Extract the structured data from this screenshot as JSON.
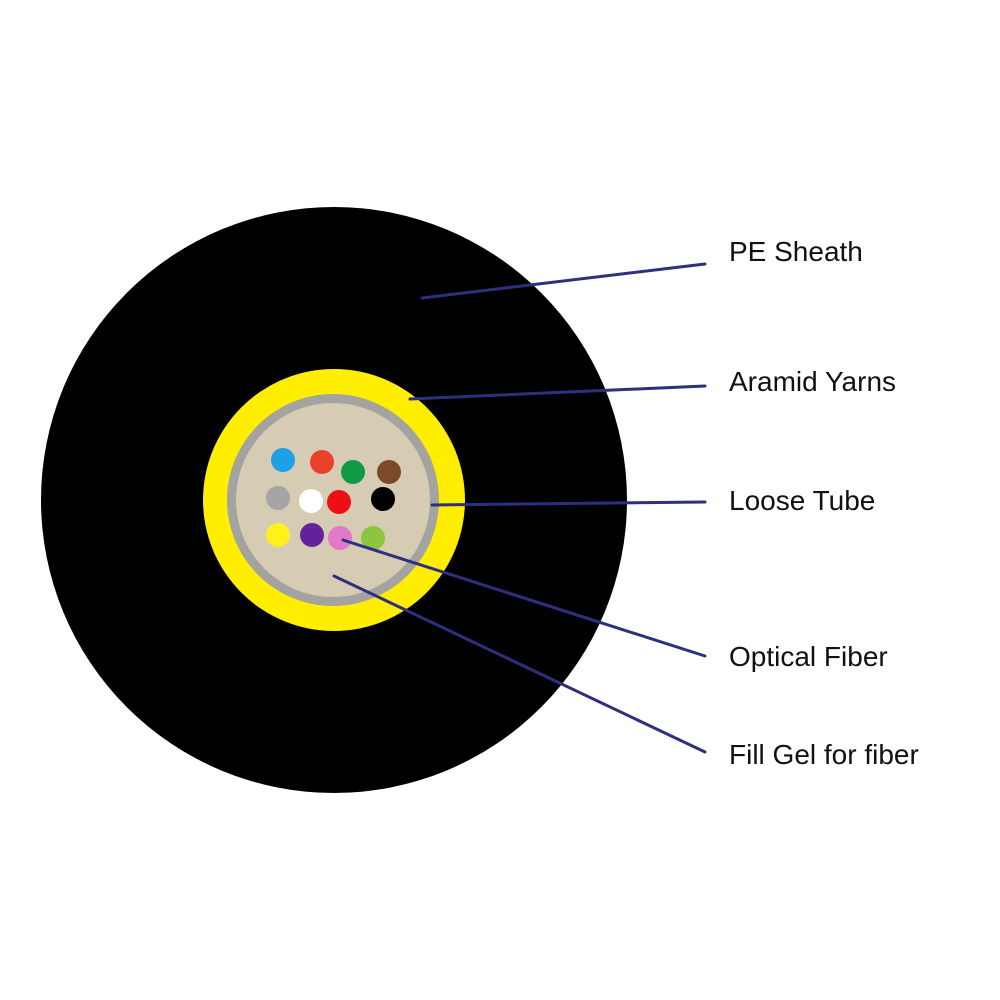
{
  "colors": {
    "sheath": "#000000",
    "aramid": "#ffee00",
    "tube": "#a3a3a0",
    "gel": "#d6ccb4",
    "leader": "#2f2f80"
  },
  "labels": {
    "pe_sheath": "PE Sheath",
    "aramid_yarns": "Aramid Yarns",
    "loose_tube": "Loose Tube",
    "optical_fiber": "Optical Fiber",
    "fill_gel": "Fill Gel for fiber"
  },
  "fibers": [
    {
      "color": "#1ea0e6"
    },
    {
      "color": "#e8412c"
    },
    {
      "color": "#0f9a45"
    },
    {
      "color": "#7b4a26"
    },
    {
      "color": "#a5a5a5"
    },
    {
      "color": "#ffffff"
    },
    {
      "color": "#ee0f12"
    },
    {
      "color": "#000000"
    },
    {
      "color": "#fff21a"
    },
    {
      "color": "#62239a"
    },
    {
      "color": "#e07ac8"
    },
    {
      "color": "#8cc63f"
    }
  ]
}
